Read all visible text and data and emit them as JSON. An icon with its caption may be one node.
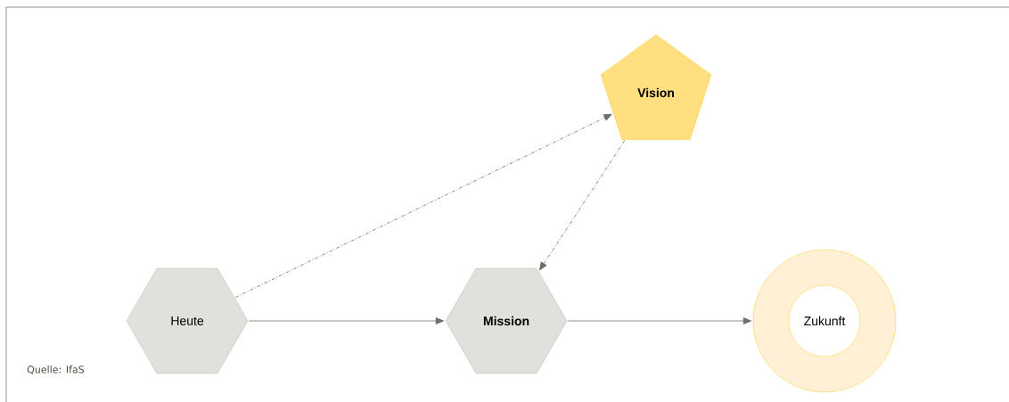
{
  "diagram": {
    "nodes": [
      {
        "text": [
          "**Vision**"
        ]
      },
      {
        "text": [
          "Heute"
        ]
      },
      {
        "text": [
          "**Mission**"
        ]
      },
      {
        "text": [
          "Zukunft"
        ]
      }
    ],
    "edges": [
      {
        "from": 1,
        "to": 0,
        "arrow": "to",
        "style": "dashed"
      },
      {
        "from": 0,
        "to": 2,
        "arrow": "to",
        "style": "dashed"
      },
      {
        "from": 1,
        "to": 2,
        "arrow": "to"
      },
      {
        "from": 2,
        "to": 3,
        "arrow": "to"
      }
    ],
    "labels": [
      "Quelle: IfaS"
    ]
  }
}
